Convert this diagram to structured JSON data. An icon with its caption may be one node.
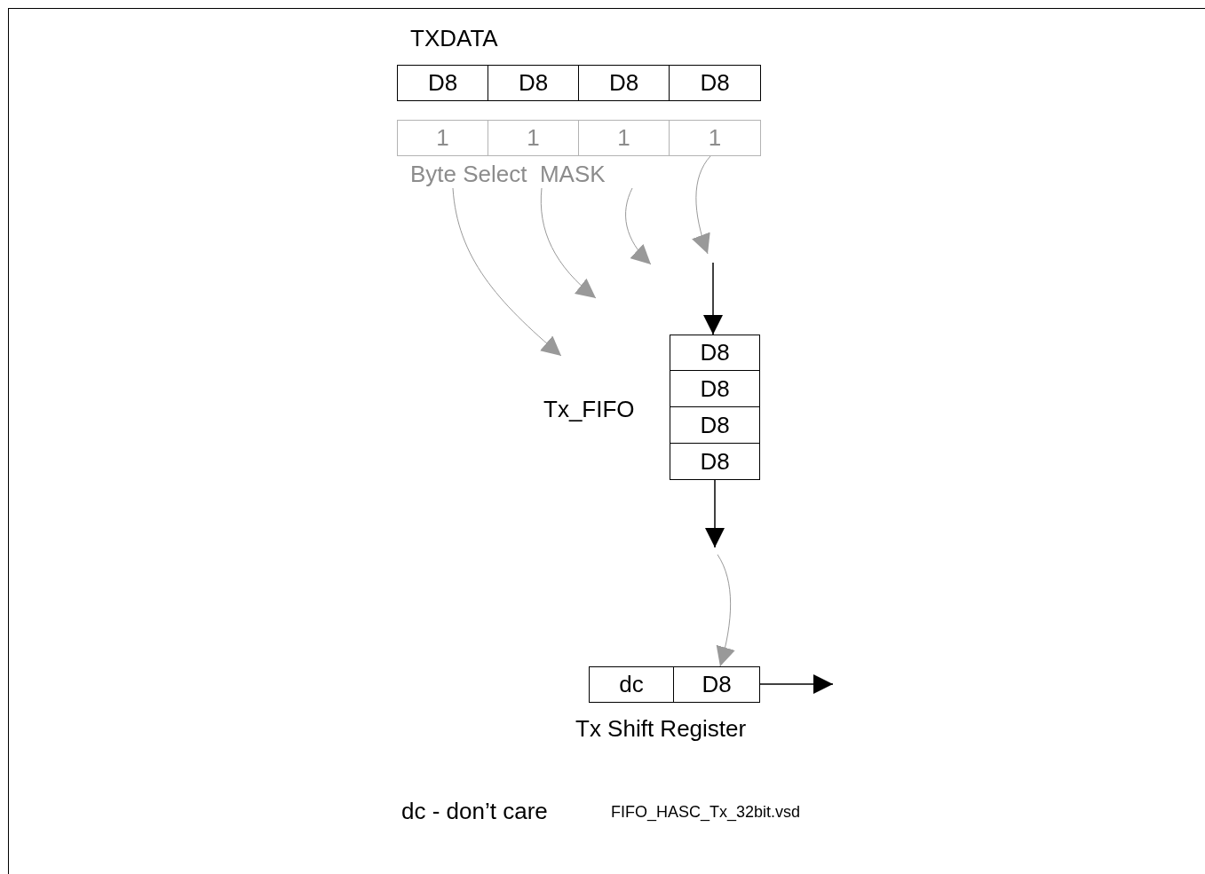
{
  "diagram": {
    "nodes": [
      {
        "text": [
          "D8"
        ]
      },
      {
        "text": [
          "D8"
        ]
      },
      {
        "text": [
          "D8"
        ]
      },
      {
        "text": [
          "D8"
        ]
      },
      {
        "text": [
          "1"
        ]
      },
      {
        "text": [
          "1"
        ]
      },
      {
        "text": [
          "1"
        ]
      },
      {
        "text": [
          "1"
        ]
      },
      {
        "text": [
          "Byte Select  MASK"
        ]
      },
      {
        "text": [
          "D8"
        ]
      },
      {
        "text": [
          "D8"
        ]
      },
      {
        "text": [
          "D8"
        ]
      },
      {
        "text": [
          "D8"
        ]
      },
      {
        "text": [
          "dc"
        ]
      },
      {
        "text": [
          "D8"
        ]
      }
    ],
    "edges": [
      {
        "from": 8,
        "to": null,
        "arrow": "to"
      },
      {
        "from": 8,
        "to": null,
        "arrow": "to"
      },
      {
        "from": 8,
        "to": null,
        "arrow": "to"
      },
      {
        "from": 7,
        "to": null,
        "arrow": "to"
      },
      {
        "from": null,
        "to": 9,
        "arrow": "to",
        "color": "#000000"
      },
      {
        "from": 12,
        "to": null,
        "arrow": "to",
        "color": "#000000"
      },
      {
        "from": null,
        "to": 14,
        "arrow": "to"
      },
      {
        "from": 14,
        "to": null,
        "arrow": "to",
        "color": "#000000"
      }
    ],
    "labels": [
      "TXDATA",
      "Tx_FIFO",
      "Tx Shift Register",
      "dc - don’t care",
      "FIFO_HASC_Tx_32bit.vsd"
    ]
  }
}
